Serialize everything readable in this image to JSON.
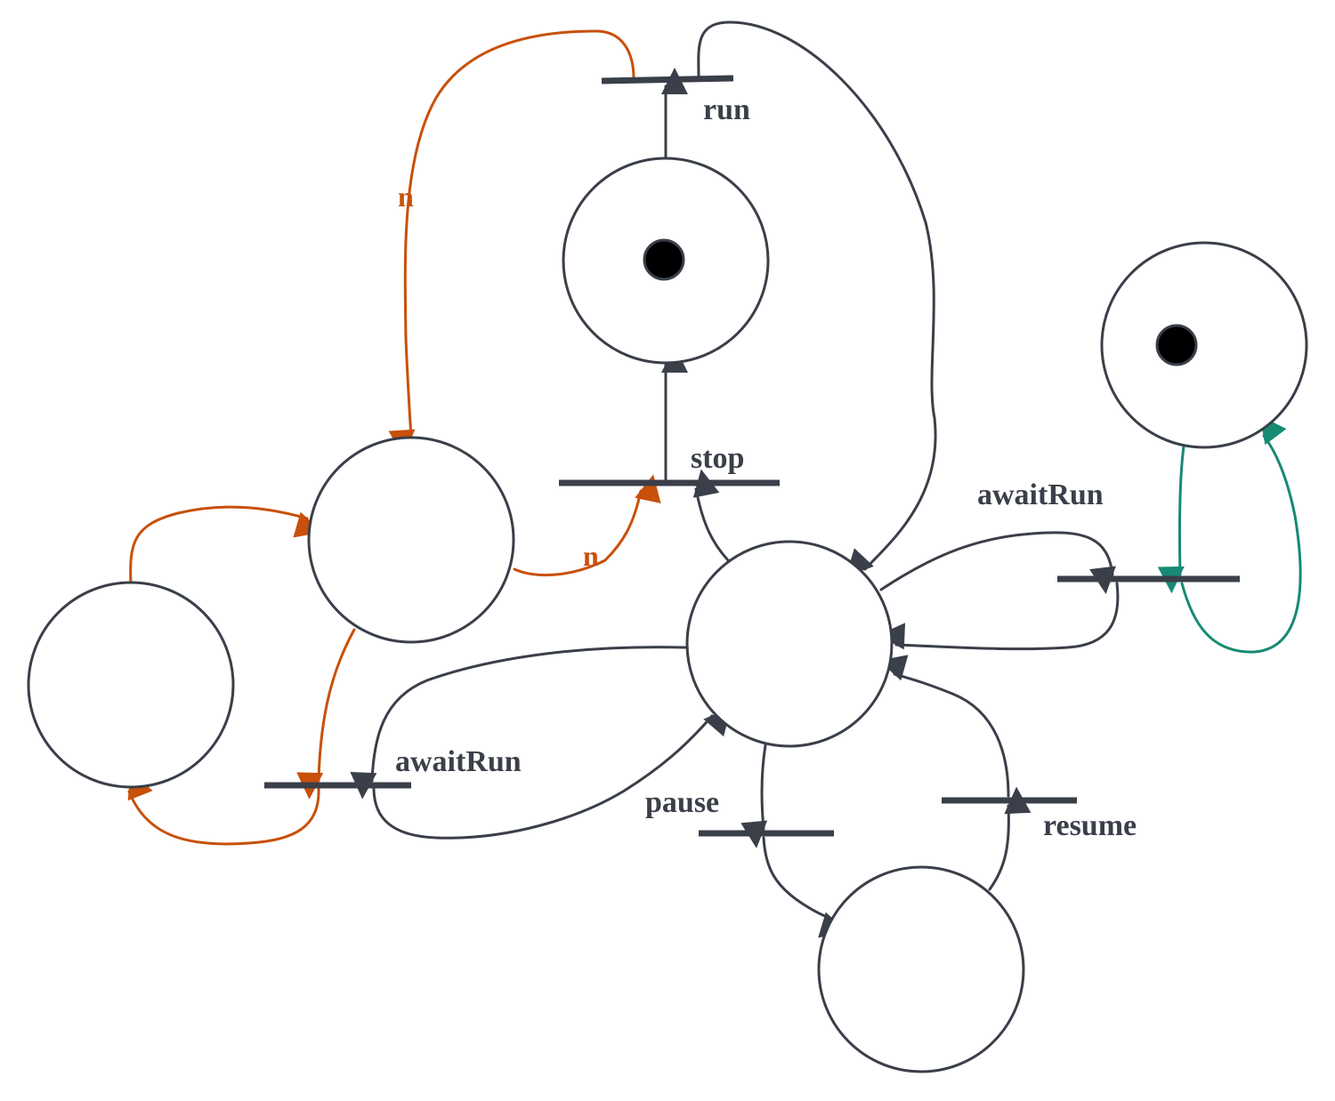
{
  "colors": {
    "ink": "#3a3f49",
    "counter_arcs": "#c8500a",
    "flag_arcs": "#178a74",
    "token": "#000000",
    "background": "#ffffff"
  },
  "places": [
    {
      "id": "p-runnable",
      "tokens": 1
    },
    {
      "id": "p-flag",
      "tokens": 1
    },
    {
      "id": "p-counter",
      "tokens": 0
    },
    {
      "id": "p-waiting",
      "tokens": 0
    },
    {
      "id": "p-running",
      "tokens": 0
    },
    {
      "id": "p-paused",
      "tokens": 0
    }
  ],
  "transitions": {
    "run": "run",
    "stop": "stop",
    "await_run_right": "awaitRun",
    "await_run_left": "awaitRun",
    "pause": "pause",
    "resume": "resume"
  },
  "arc_weights": {
    "counter_to_stop": "n",
    "run_to_counter": "n"
  }
}
